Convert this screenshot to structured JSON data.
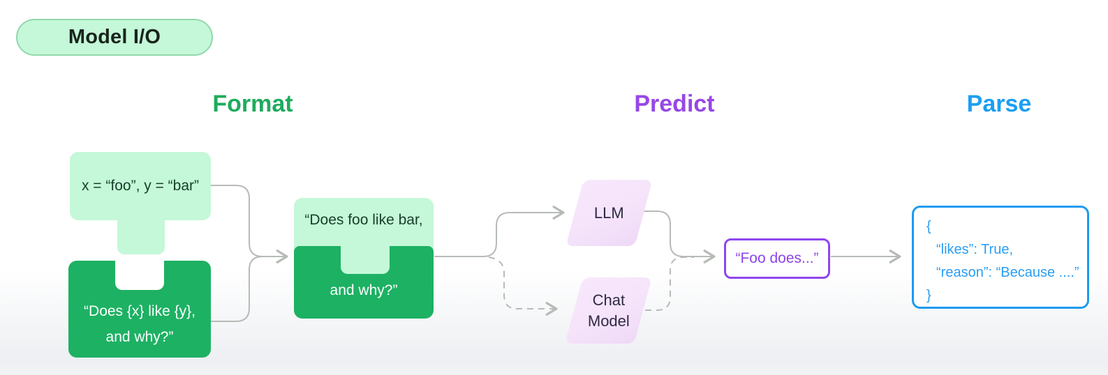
{
  "colors": {
    "green_light": "#c4f8d8",
    "green_dark": "#1db163",
    "green_heading": "#1fab5e",
    "purple_heading": "#9747e6",
    "purple_border": "#8f45ef",
    "blue_heading": "#1b9ff2",
    "blue_border": "#1d9bf0",
    "lavender": "#f5e3fa",
    "line_gray": "#b6bbb6"
  },
  "badge": {
    "label": "Model I/O"
  },
  "stages": {
    "format": "Format",
    "predict": "Predict",
    "parse": "Parse"
  },
  "format": {
    "inputs_piece": {
      "text": "x = “foo”, y = “bar”"
    },
    "template_piece": {
      "line1": "“Does {x} like {y},",
      "line2": "and why?”"
    },
    "prompt_piece": {
      "line1": "“Does foo like bar,",
      "line2": "and why?”"
    }
  },
  "predict": {
    "llm": {
      "label": "LLM"
    },
    "chat_model": {
      "line1": "Chat",
      "line2": "Model"
    },
    "completion": {
      "text": "“Foo does...”"
    }
  },
  "parse": {
    "json_lines": [
      "{",
      "“likes”: True,",
      "“reason”: “Because ....”",
      "}"
    ]
  }
}
